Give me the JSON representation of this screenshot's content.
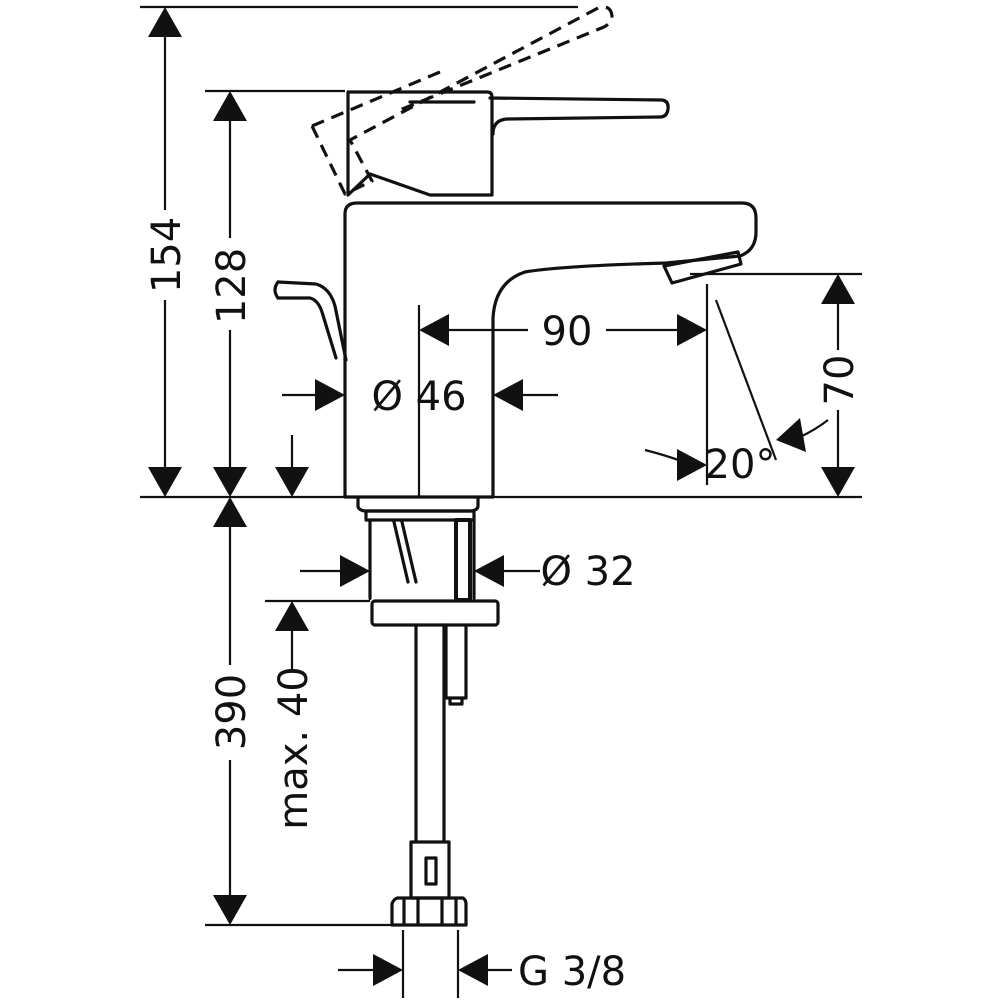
{
  "drawing": {
    "dimensions": {
      "height_total": "154",
      "height_lever": "128",
      "spout_reach": "90",
      "body_diameter": "Ø 46",
      "spout_height": "70",
      "spout_angle": "20°",
      "shank_diameter": "Ø 32",
      "hose_length": "390",
      "counter_thickness": "max. 40",
      "connection_thread": "G 3/8"
    }
  }
}
